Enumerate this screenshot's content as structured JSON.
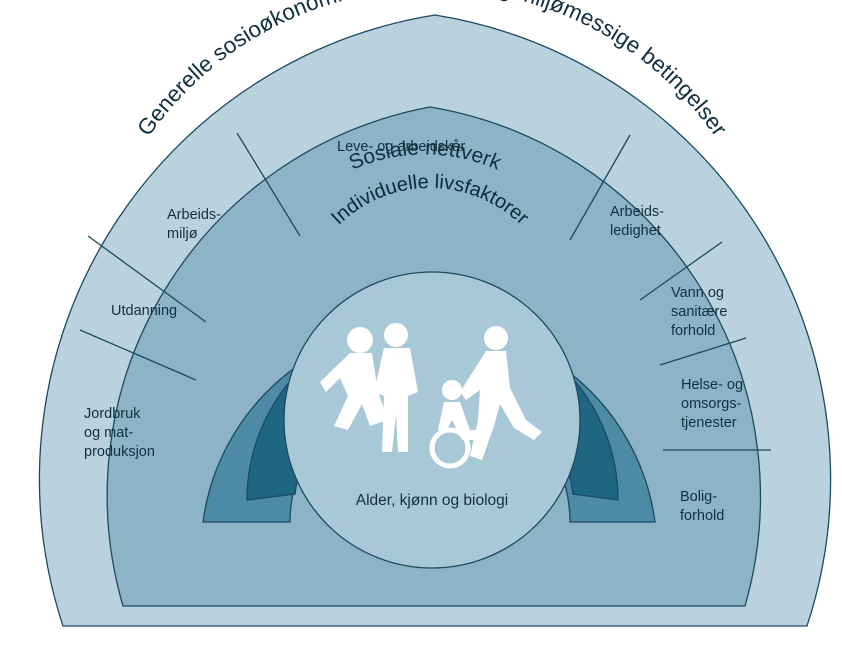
{
  "diagram": {
    "outer_ring": "Generelle sosioøkonomiske, kulturelle og miljømessige betingelser",
    "social_ring": "Sosiale nettverk",
    "individual_ring": "Individuelle livsfaktorer",
    "center": "Alder, kjønn og biologi",
    "segments": [
      {
        "lines": [
          "Jordbruk",
          "og mat-",
          "produksjon"
        ]
      },
      {
        "lines": [
          "Utdanning"
        ]
      },
      {
        "lines": [
          "Arbeids-",
          "miljø"
        ]
      },
      {
        "lines": [
          "Leve- og arbeidskår"
        ]
      },
      {
        "lines": [
          "Arbeids-",
          "ledighet"
        ]
      },
      {
        "lines": [
          "Vann og",
          "sanitære",
          "forhold"
        ]
      },
      {
        "lines": [
          "Helse- og",
          "omsorgs-",
          "tjenester"
        ]
      },
      {
        "lines": [
          "Bolig-",
          "forhold"
        ]
      }
    ]
  },
  "colors": {
    "outer": "#b9d2de",
    "segments": "#8db3c6",
    "social": "#4c8aa6",
    "individual": "#1f6683",
    "center": "#a9c8d7",
    "figures": "#ffffff",
    "lines": "#1c4a5e"
  }
}
